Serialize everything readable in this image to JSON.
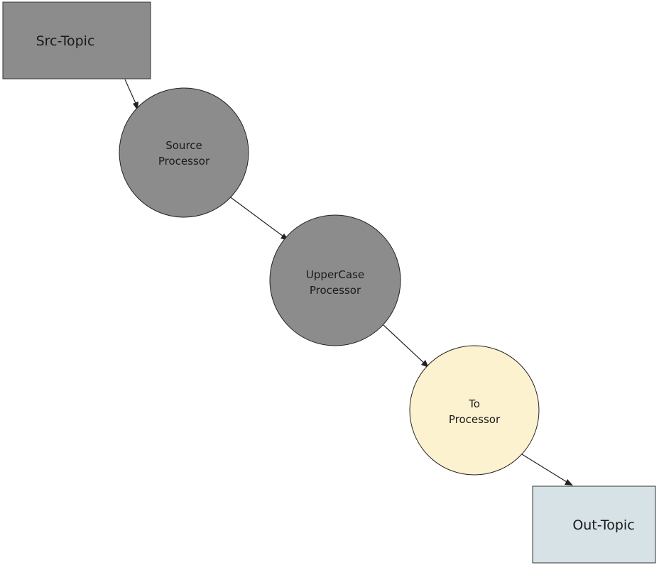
{
  "nodes": {
    "src_topic": {
      "label": "Src-Topic",
      "shape": "rectangle",
      "fill": "#8c8c8c"
    },
    "source_processor": {
      "line1": "Source",
      "line2": "Processor",
      "shape": "circle",
      "fill": "#8c8c8c"
    },
    "uppercase_processor": {
      "line1": "UpperCase",
      "line2": "Processor",
      "shape": "circle",
      "fill": "#8c8c8c"
    },
    "to_processor": {
      "line1": "To",
      "line2": "Processor",
      "shape": "circle",
      "fill": "#fdf2cf"
    },
    "out_topic": {
      "label": "Out-Topic",
      "shape": "rectangle",
      "fill": "#d6e2e6"
    }
  },
  "edges": [
    {
      "from": "Src-Topic",
      "to": "Source Processor"
    },
    {
      "from": "Source Processor",
      "to": "UpperCase Processor"
    },
    {
      "from": "UpperCase Processor",
      "to": "To Processor"
    },
    {
      "from": "To Processor",
      "to": "Out-Topic"
    }
  ],
  "colors": {
    "stroke": "#222222",
    "background": "#ffffff"
  }
}
